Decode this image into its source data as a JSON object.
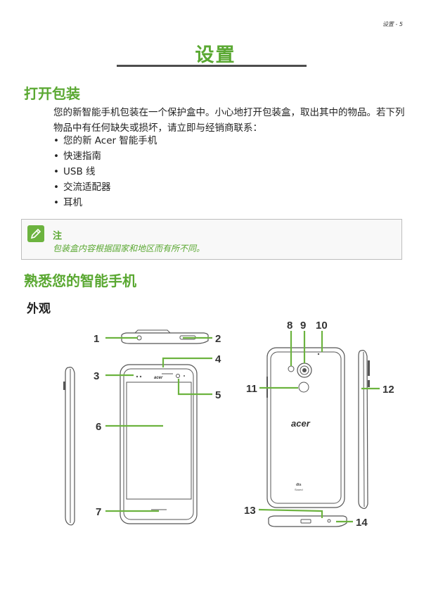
{
  "header": {
    "running_head": "设置 - 5"
  },
  "page_title": "设置",
  "section_unpack": {
    "heading": "打开包装",
    "paragraph": "您的新智能手机包装在一个保护盒中。小心地打开包装盒，取出其中的物品。若下列物品中有任何缺失或损坏，请立即与经销商联系：",
    "items": [
      "您的新 Acer 智能手机",
      "快速指南",
      "USB 线",
      "交流适配器",
      "耳机"
    ]
  },
  "note": {
    "title": "注",
    "text": "包装盒内容根据国家和地区而有所不同。",
    "icon": "pencil-icon",
    "color": "#5aa832"
  },
  "section_phone": {
    "heading": "熟悉您的智能手机",
    "subheading": "外观"
  },
  "figure": {
    "callouts": [
      "1",
      "2",
      "3",
      "4",
      "5",
      "6",
      "7",
      "8",
      "9",
      "10",
      "11",
      "12",
      "13",
      "14"
    ],
    "brand_logo": "acer",
    "dts_logo": "dts",
    "dts_sub": "Sound"
  },
  "colors": {
    "accent": "#5aa832",
    "leader": "#6cb33f",
    "rule": "#4d4d4d"
  }
}
